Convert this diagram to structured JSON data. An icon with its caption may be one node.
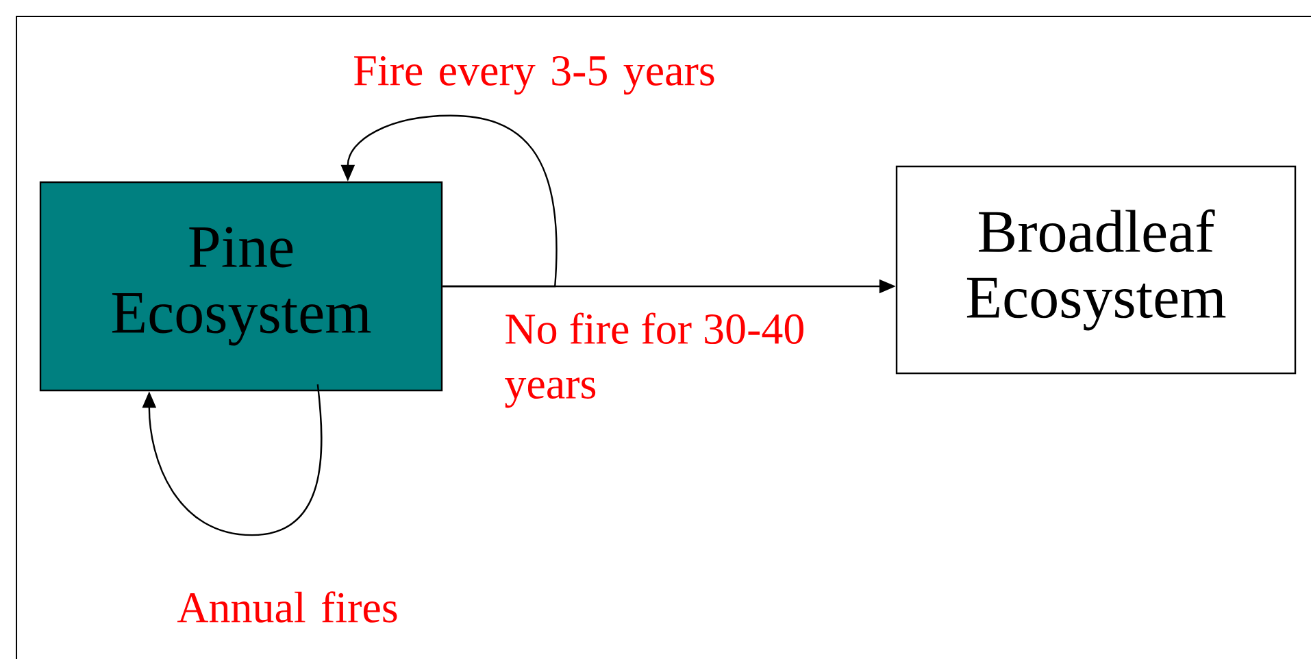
{
  "diagram": {
    "nodes": [
      {
        "text": [
          "Pine Ecosystem"
        ]
      },
      {
        "text": [
          "Broadleaf Ecosystem"
        ]
      }
    ],
    "edges": [
      {
        "from": 0,
        "to": 1,
        "arrow": "to",
        "label": "No fire for 30-40 years"
      },
      {
        "from": 0,
        "to": 0,
        "arrow": "to",
        "label": "Fire every 3-5 years"
      },
      {
        "from": 0,
        "to": 0,
        "arrow": "to",
        "label": "Annual fires"
      }
    ]
  }
}
